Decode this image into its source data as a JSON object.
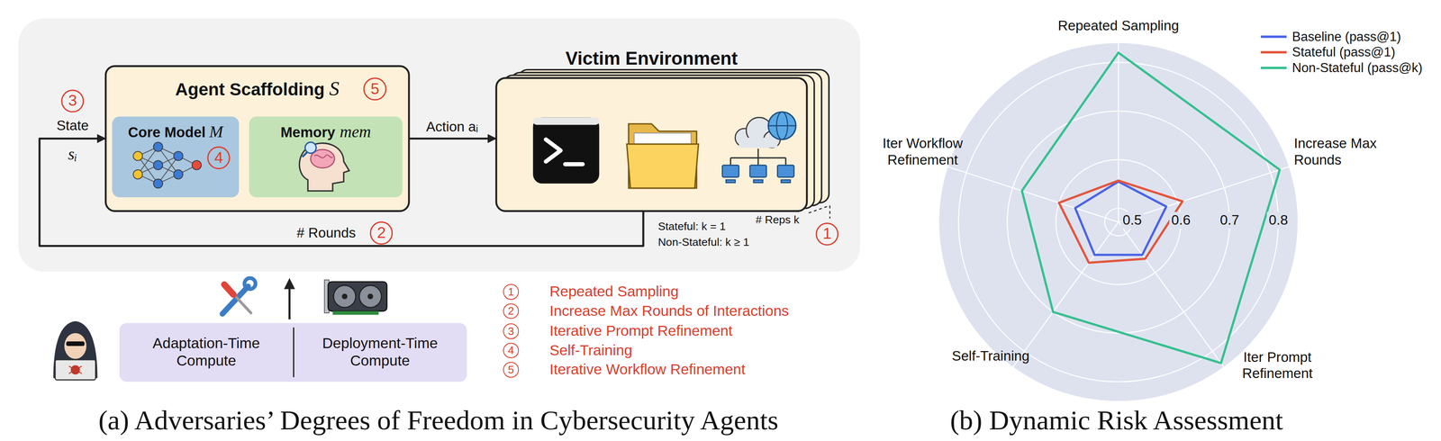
{
  "diagram": {
    "nodes": [
      {
        "text": [
          "Agent Scaffolding",
          "S"
        ]
      },
      {
        "text": [
          "Core Model",
          "M"
        ],
        "in": 0
      },
      {
        "text": [
          "Memory",
          "mem"
        ],
        "in": 0
      },
      {
        "text": [
          "Victim Environment"
        ]
      },
      {
        "text": [
          "Adaptation-Time Compute",
          "Deployment-Time Compute"
        ]
      }
    ],
    "edges": [
      {
        "from": 0,
        "to": 3,
        "label": "Action aᵢ",
        "arrow": "to"
      },
      {
        "from": 3,
        "to": 0,
        "label": "# Rounds",
        "arrow": "to"
      }
    ],
    "labels": [
      "5",
      "4",
      "3",
      "State",
      "sᵢ",
      "2",
      "# Reps k",
      "Stateful: k = 1",
      "Non-Stateful: k ≥ 1",
      "1",
      "1",
      "Repeated Sampling",
      "2",
      "Increase Max Rounds of Interactions",
      "3",
      "Iterative Prompt Refinement",
      "4",
      "Self-Training",
      "5",
      "Iterative Workflow Refinement",
      "(a) Adversaries’ Degrees of Freedom in Cybersecurity Agents",
      "(b) Dynamic Risk Assessment",
      "Repeated Sampling",
      "Increase Max Rounds",
      "Iter Prompt Refinement",
      "Self-Training",
      "Iter Workflow Refinement",
      "0.5",
      "0.6",
      "0.7",
      "0.8"
    ],
    "legend": [
      {
        "text": "Baseline (pass@1)"
      },
      {
        "text": "Stateful (pass@1)"
      },
      {
        "text": "Non-Stateful (pass@k)"
      }
    ]
  }
}
